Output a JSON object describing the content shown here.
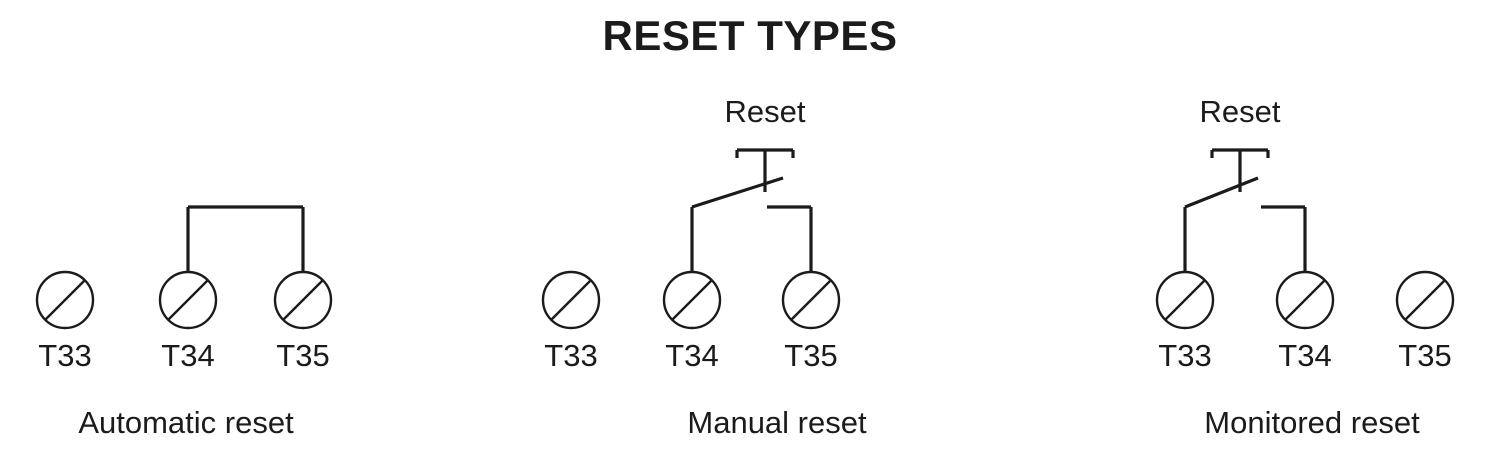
{
  "title": "RESET TYPES",
  "terminal_icon": "screw-terminal-icon",
  "groups": [
    {
      "id": "automatic",
      "caption": "Automatic reset",
      "switch_label": "",
      "has_switch": false,
      "terminals": [
        {
          "label": "T33",
          "connected": false
        },
        {
          "label": "T34",
          "connected": true
        },
        {
          "label": "T35",
          "connected": true
        }
      ],
      "link_description": "bridge-wire-T34-T35"
    },
    {
      "id": "manual",
      "caption": "Manual reset",
      "switch_label": "Reset",
      "has_switch": true,
      "terminals": [
        {
          "label": "T33",
          "connected": false
        },
        {
          "label": "T34",
          "connected": true
        },
        {
          "label": "T35",
          "connected": true
        }
      ],
      "link_description": "push-button-switch-T34-T35"
    },
    {
      "id": "monitored",
      "caption": "Monitored reset",
      "switch_label": "Reset",
      "has_switch": true,
      "terminals": [
        {
          "label": "T33",
          "connected": true
        },
        {
          "label": "T34",
          "connected": true
        },
        {
          "label": "T35",
          "connected": false
        }
      ],
      "link_description": "push-button-switch-T33-T34"
    }
  ],
  "colors": {
    "line": "#1b1b1b",
    "background": "#ffffff"
  }
}
